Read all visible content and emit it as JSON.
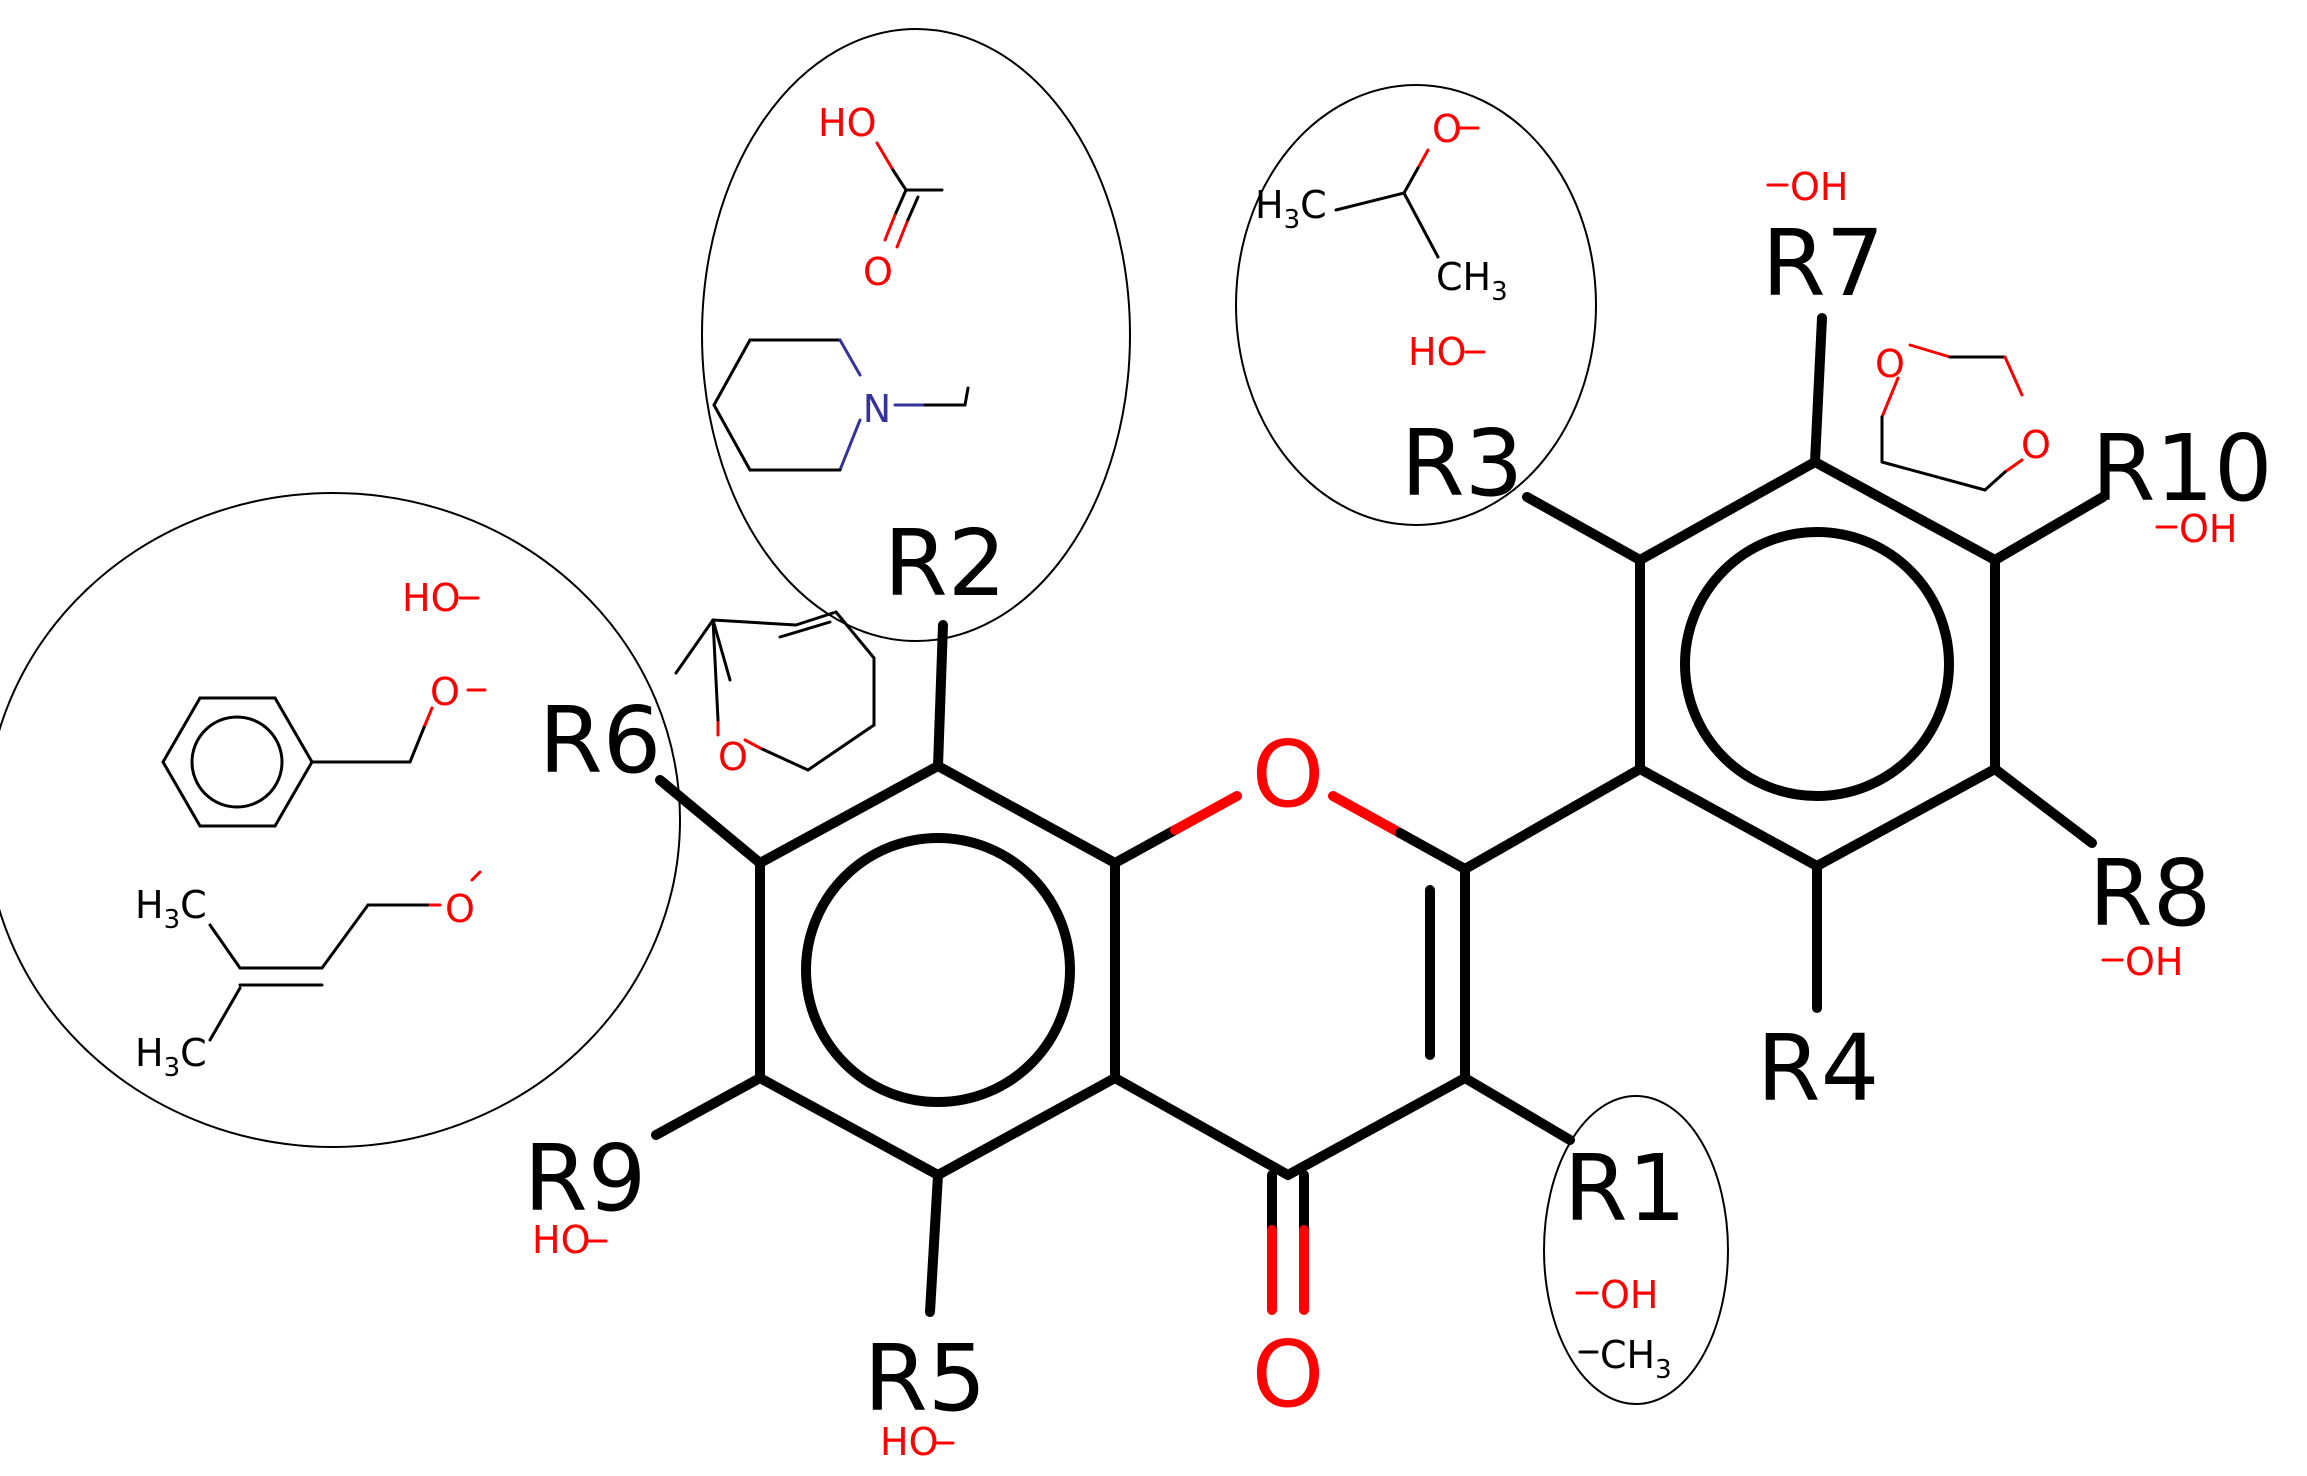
{
  "core": {
    "ring_oxygen": "O",
    "carbonyl_oxygen": "O"
  },
  "r_groups": {
    "r1": "R1",
    "r2": "R2",
    "r3": "R3",
    "r4": "R4",
    "r5": "R5",
    "r6": "R6",
    "r7": "R7",
    "r8": "R8",
    "r9": "R9",
    "r10": "R10"
  },
  "substituents": {
    "r1_oh": "OH",
    "r1_ch3_c": "CH",
    "r1_ch3_n": "3",
    "r5_oh": "HO",
    "r7_oh": "OH",
    "r8_oh": "OH",
    "r9_oh": "HO",
    "r10_oh": "OH",
    "r10_dioxole_o1": "O",
    "r10_dioxole_o2": "O",
    "r2_carboxyl_ho": "HO",
    "r2_carboxyl_o": "O",
    "r2_piperidine_n": "N",
    "r3_ipro_o": "O",
    "r3_ipro_h3c_h": "H",
    "r3_ipro_h3c_n": "3",
    "r3_ipro_h3c_c": "C",
    "r3_ipro_ch3_c": "CH",
    "r3_ipro_ch3_n": "3",
    "r3_ho": "HO",
    "r6_pyran_o": "O",
    "r6_ho": "HO",
    "r6_benzyl_o": "O",
    "r6_prenyl_o": "O",
    "r6_prenyl_h3c_top_h": "H",
    "r6_prenyl_h3c_top_n": "3",
    "r6_prenyl_h3c_top_c": "C",
    "r6_prenyl_h3c_bot_h": "H",
    "r6_prenyl_h3c_bot_n": "3",
    "r6_prenyl_h3c_bot_c": "C"
  }
}
